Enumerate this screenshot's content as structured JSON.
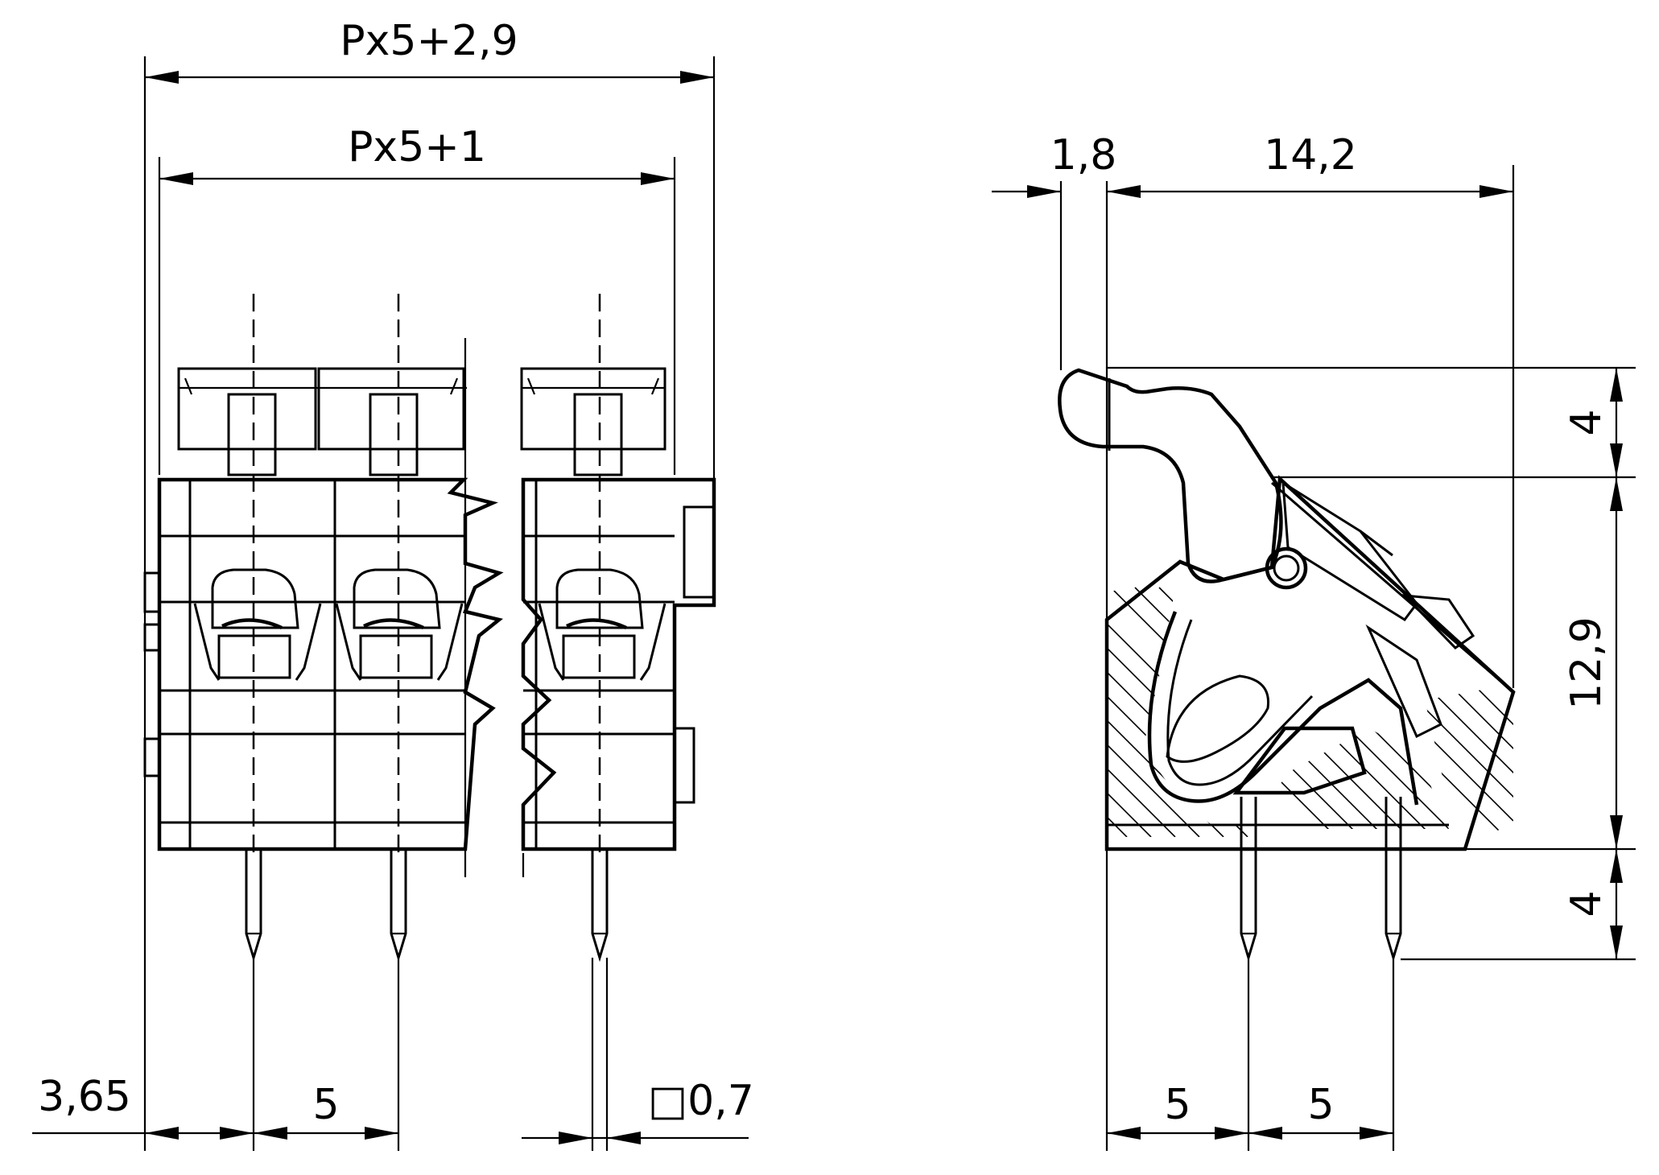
{
  "dimensions": {
    "overall_width": "Px5+2,9",
    "inner_width": "Px5+1",
    "edge_offset": "3,65",
    "pitch_front": "5",
    "pin_section": "□0,7",
    "lever_offset": "1,8",
    "body_depth": "14,2",
    "lever_height": "4",
    "body_height": "12,9",
    "pin_length": "4",
    "pitch_side_left": "5",
    "pitch_side_right": "5"
  },
  "colors": {
    "line": "#000000",
    "background": "#ffffff"
  }
}
